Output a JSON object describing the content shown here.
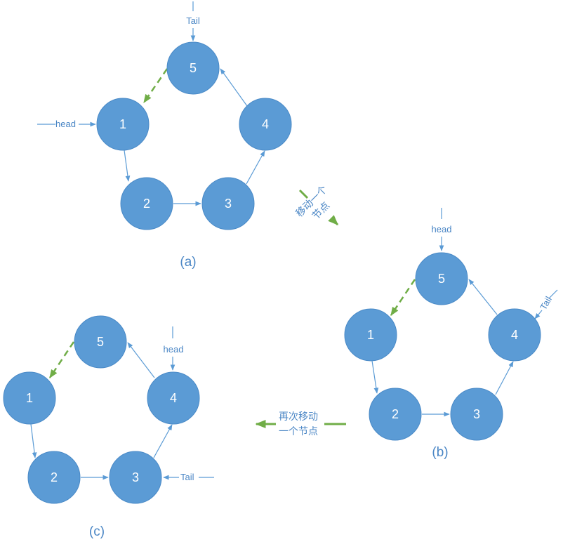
{
  "diagrams": [
    {
      "caption": "(a)",
      "nodes": [
        "5",
        "1",
        "4",
        "2",
        "3"
      ],
      "tail_label": "Tail",
      "head_label": "head"
    },
    {
      "caption": "(b)",
      "nodes": [
        "5",
        "1",
        "4",
        "2",
        "3"
      ],
      "tail_label": "Tail",
      "head_label": "head"
    },
    {
      "caption": "(c)",
      "nodes": [
        "5",
        "1",
        "4",
        "2",
        "3"
      ],
      "tail_label": "Tail",
      "head_label": "head"
    }
  ],
  "transitions": {
    "move_one_line1": "移动一个",
    "move_one_line2": "节点",
    "move_again_line1": "再次移动",
    "move_again_line2": "一个节点"
  },
  "colors": {
    "node_fill": "#5b9bd5",
    "edge": "#5b9bd5",
    "text": "#4a86c5",
    "green_arrow": "#70ad47"
  }
}
